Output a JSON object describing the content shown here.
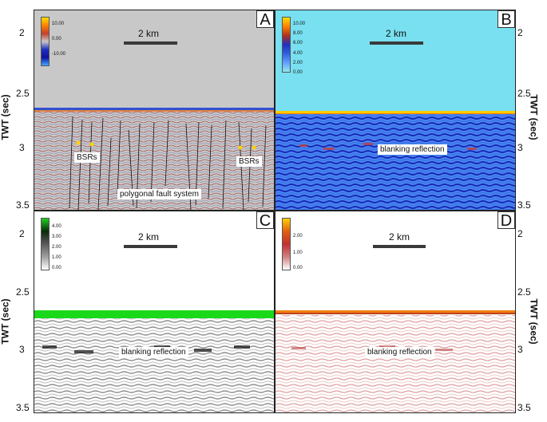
{
  "axes": {
    "left_title": "TWT (sec)",
    "right_title": "TWT (sec)",
    "ticks": [
      "2",
      "2.5",
      "3",
      "3.5"
    ]
  },
  "scale_bar_label": "2 km",
  "panels": [
    {
      "letter": "A",
      "background": "#c8c8c8",
      "colorbar": {
        "colors": [
          "#ffe000",
          "#ff8000",
          "#c0402c",
          "#c8c8c8",
          "#2030c0",
          "#1010a0",
          "#40a8ff"
        ],
        "labels": [
          "10.00",
          "0.00",
          "-10.00"
        ]
      },
      "callouts": [
        "BSRs",
        "BSRs",
        "polygonal fault system"
      ]
    },
    {
      "letter": "B",
      "background": "#78e0f0",
      "colorbar": {
        "colors": [
          "#ffe000",
          "#ff8000",
          "#b03020",
          "#2030c0",
          "#3060e0",
          "#60a0ff",
          "#90e8f0"
        ],
        "labels": [
          "10.00",
          "8.00",
          "6.00",
          "4.00",
          "2.00",
          "0.00"
        ]
      },
      "callouts": [
        "blanking reflection"
      ]
    },
    {
      "letter": "C",
      "background": "#ffffff",
      "colorbar": {
        "colors": [
          "#20d020",
          "#0a2a0a",
          "#5a5a5a",
          "#a0a0a0",
          "#ffffff"
        ],
        "labels": [
          "4.00",
          "3.00",
          "2.00",
          "1.00",
          "0.00"
        ]
      },
      "callouts": [
        "blanking reflection"
      ]
    },
    {
      "letter": "D",
      "background": "#ffffff",
      "colorbar": {
        "colors": [
          "#ffd000",
          "#e06010",
          "#c03030",
          "#d08080",
          "#ffffff"
        ],
        "labels": [
          "2.00",
          "1.00",
          "0.00"
        ]
      },
      "callouts": [
        "blanking reflection"
      ]
    }
  ]
}
